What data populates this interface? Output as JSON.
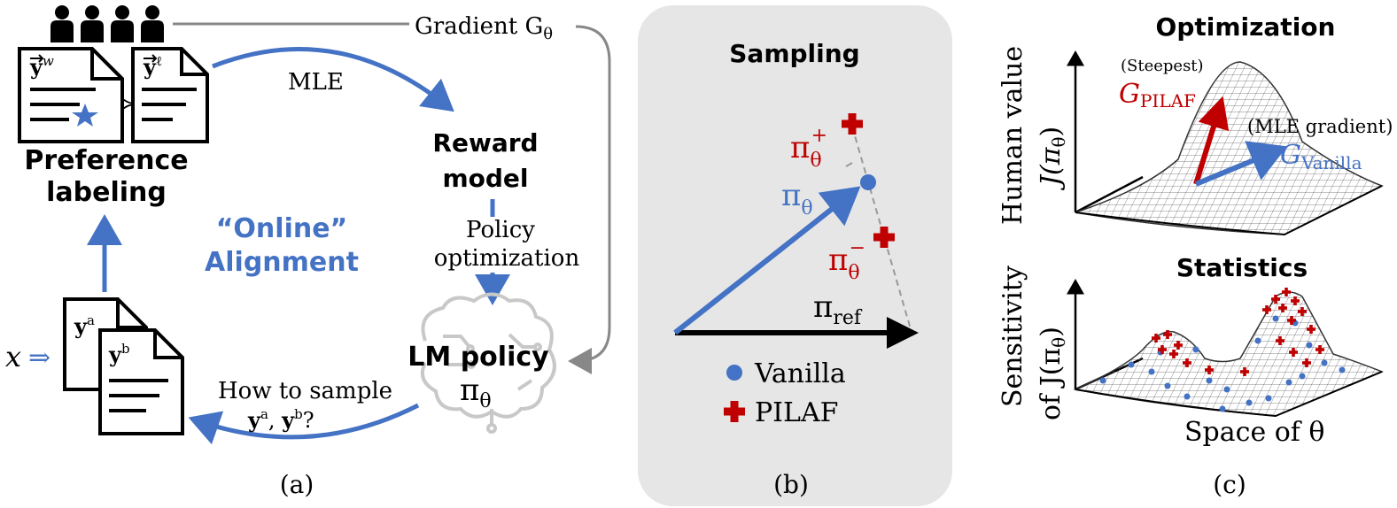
{
  "panel_a": {
    "gradient_label": "Gradient G",
    "gradient_sub": "θ",
    "mle_label": "MLE",
    "reward_model_line1": "Reward",
    "reward_model_line2": "model",
    "policy_opt_line1": "Policy",
    "policy_opt_line2": "optimization",
    "online_line1": "“Online”",
    "online_line2": "Alignment",
    "pref_line1": "Preference",
    "pref_line2": "labeling",
    "lm_policy": "LM policy",
    "pi_symbol": "π",
    "pi_sub": "θ",
    "how_line1": "How to sample",
    "how_line2": "y",
    "x_label": "x",
    "x_arrow": "⇒",
    "doc_w": "y",
    "doc_w_sup": "w",
    "doc_l": "y",
    "doc_l_sup": "ℓ",
    "doc_a": "y",
    "doc_a_sup": "a",
    "doc_b": "y",
    "doc_b_sup": "b",
    "succ": "≻",
    "caption": "(a)"
  },
  "panel_b": {
    "title": "Sampling",
    "pi_plus": "π",
    "pi_plus_sub": "θ",
    "pi_plus_sup": "+",
    "pi_theta": "π",
    "pi_theta_sub": "θ",
    "pi_minus": "π",
    "pi_minus_sub": "θ",
    "pi_minus_sup": "−",
    "pi_ref": "π",
    "pi_ref_sub": "ref",
    "legend_vanilla": "Vanilla",
    "legend_pilaf": "PILAF",
    "caption": "(b)",
    "colors": {
      "vanilla": "#4472c4",
      "pilaf": "#c00000",
      "panel_bg": "#e6e6e6"
    }
  },
  "panel_c": {
    "opt_title": "Optimization",
    "opt_ylabel_line1": "Human value",
    "opt_ylabel_line2": "J(π",
    "opt_ylabel_sub": "θ",
    "steepest": "(Steepest)",
    "g_pilaf": "G",
    "g_pilaf_sub": "PILAF",
    "mle_grad": "(MLE gradient)",
    "g_vanilla": "G",
    "g_vanilla_sub": "Vanilla",
    "stats_title": "Statistics",
    "stats_ylabel_line1": "Sensitivity",
    "stats_ylabel_line2": "of J(π",
    "stats_ylabel_sub": "θ",
    "xlabel": "Space of θ",
    "caption": "(c)"
  },
  "colors": {
    "blue": "#4472c4",
    "red": "#c00000",
    "gray": "#888888",
    "black": "#000000"
  }
}
